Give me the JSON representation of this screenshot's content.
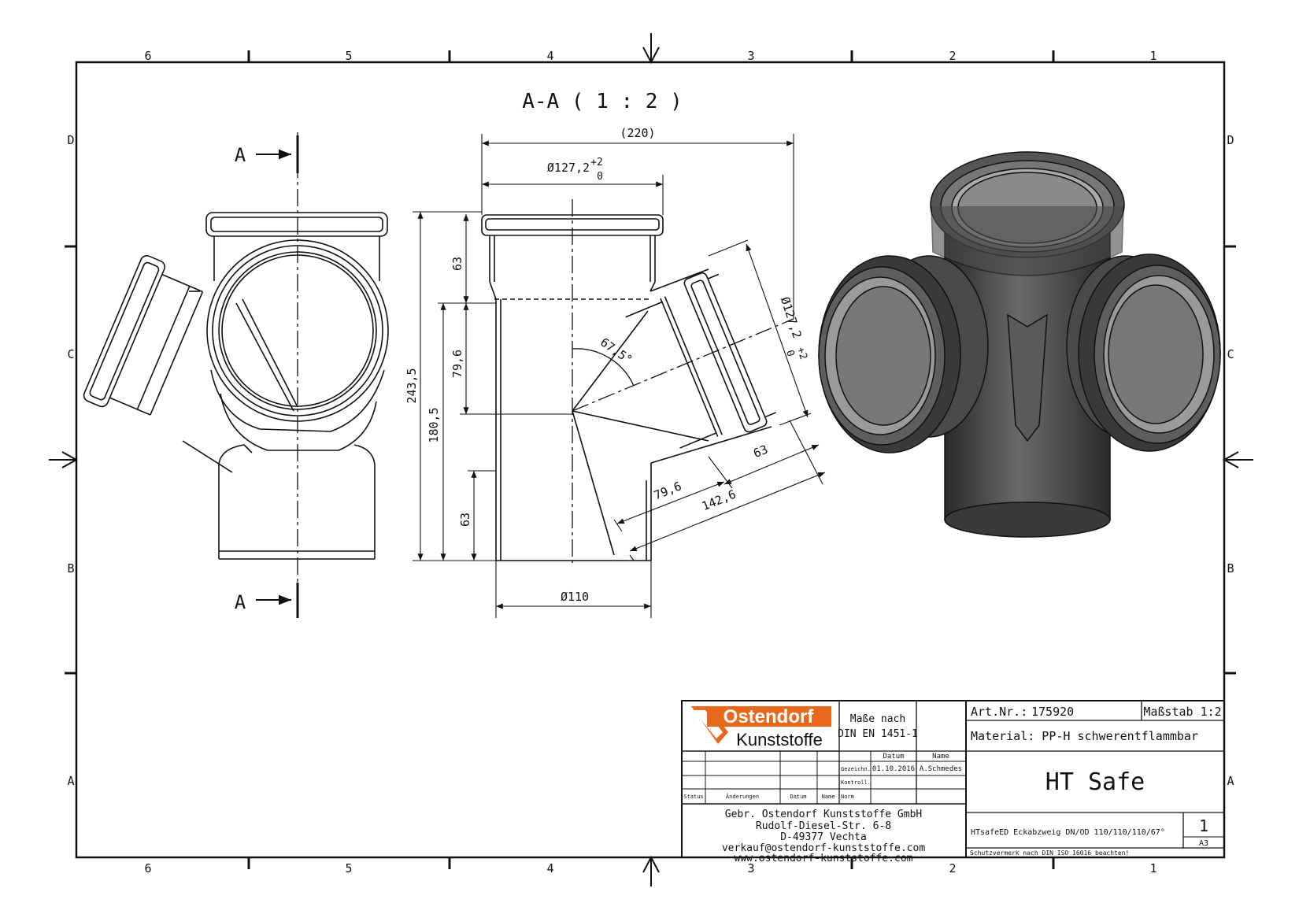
{
  "frame": {
    "columns": [
      "6",
      "5",
      "4",
      "3",
      "2",
      "1"
    ],
    "rows": [
      "D",
      "C",
      "B",
      "A"
    ]
  },
  "section_title": "A-A ( 1 : 2 )",
  "section_marker": "A",
  "dimensions": {
    "overall_width": "(220)",
    "socket_diameter": "Ø127,2",
    "tol_upper": "+2",
    "tol_lower": "0",
    "socket_length_top": "63",
    "length_79_6": "79,6",
    "length_180_5": "180,5",
    "length_243_5": "243,5",
    "socket_length_bottom": "63",
    "pipe_diameter": "Ø110",
    "branch_angle": "67,5°",
    "branch_socket_diameter": "Ø127,2",
    "branch_63": "63",
    "branch_79_6": "79,6",
    "branch_142_6": "142,6"
  },
  "title_block": {
    "company_logo_word1": "Ostendorf",
    "company_logo_word2": "Kunststoffe",
    "standard_label": "Maße nach",
    "standard": "DIN EN 1451-1",
    "col_datum": "Datum",
    "col_name": "Name",
    "row_gezeichnet": "Gezeichn.",
    "date": "01.10.2016",
    "drawn_by": "A.Schmedes",
    "row_kontroll": "Kontroll.",
    "row_norm": "Norm",
    "status": "Status",
    "aenderungen": "Änderungen",
    "datum": "Datum",
    "name": "Name",
    "address_line1": "Gebr. Ostendorf Kunststoffe GmbH",
    "address_line2": "Rudolf-Diesel-Str. 6-8",
    "address_line3": "D-49377 Vechta",
    "email": "verkauf@ostendorf-kunststoffe.com",
    "website": "www.ostendorf-kunststoffe.com",
    "art_nr_label": "Art.Nr.:",
    "art_nr": "175920",
    "scale": "Maßstab 1:2",
    "material": "Material: PP-H schwerentflammbar",
    "product_name": "HT Safe",
    "description": "HTsafeED Eckabzweig DN/OD 110/110/110/67°",
    "sheet_number": "1",
    "sheet_format": "A3",
    "protection_note": "Schutzvermerk nach DIN ISO 16016 beachten!"
  },
  "colors": {
    "line": "#111111",
    "logo_orange": "#e8691c",
    "render_dark": "#3a3a3a",
    "render_mid": "#5a5a5a",
    "render_light": "#8a8a8a"
  }
}
